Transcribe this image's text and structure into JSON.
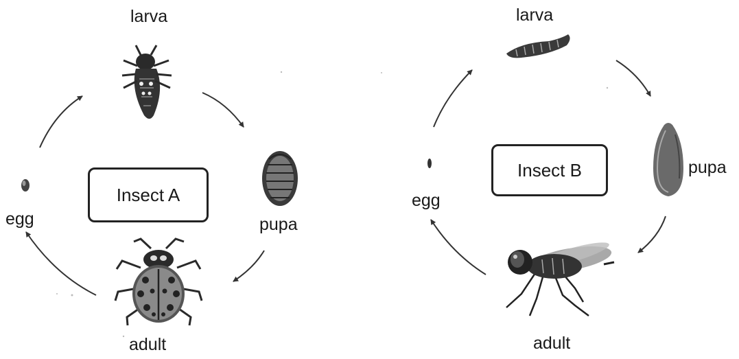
{
  "diagrams": [
    {
      "center_label": "Insect A",
      "stages": {
        "larva": "larva",
        "pupa": "pupa",
        "adult": "adult",
        "egg": "egg"
      },
      "organism_icons": [
        "ladybug-larva-icon",
        "ladybug-pupa-icon",
        "ladybug-adult-icon",
        "egg-icon"
      ]
    },
    {
      "center_label": "Insect B",
      "stages": {
        "larva": "larva",
        "pupa": "pupa",
        "adult": "adult",
        "egg": "egg"
      },
      "organism_icons": [
        "maggot-icon",
        "fly-pupa-icon",
        "housefly-icon",
        "egg-icon"
      ]
    }
  ],
  "colors": {
    "ink": "#1a1a1a",
    "arrow": "#333333"
  }
}
